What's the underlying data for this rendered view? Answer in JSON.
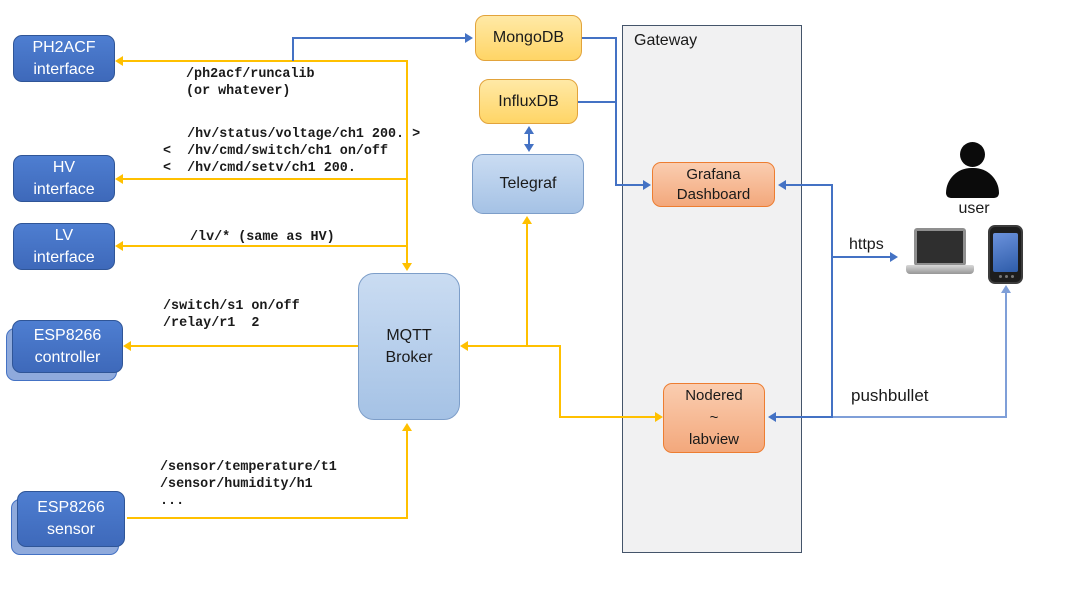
{
  "diagram": {
    "type": "architecture-diagram",
    "nodes": {
      "ph2acf": {
        "label": "PH2ACF\ninterface"
      },
      "hv": {
        "label": "HV\ninterface"
      },
      "lv": {
        "label": "LV\ninterface"
      },
      "esp_controller": {
        "label": "ESP8266\ncontroller"
      },
      "esp_sensor": {
        "label": "ESP8266\nsensor"
      },
      "mqtt_broker": {
        "label": "MQTT\nBroker"
      },
      "mongodb": {
        "label": "MongoDB"
      },
      "influxdb": {
        "label": "InfluxDB"
      },
      "telegraf": {
        "label": "Telegraf"
      },
      "gateway": {
        "label": "Gateway"
      },
      "grafana": {
        "label": "Grafana\nDashboard"
      },
      "nodered": {
        "label": "Nodered\n~\nlabview"
      },
      "user": {
        "label": "user"
      }
    },
    "notes": {
      "ph2acf_topics": "/ph2acf/runcalib\n(or whatever)",
      "hv_topics": "   /hv/status/voltage/ch1 200. >\n<  /hv/cmd/switch/ch1 on/off\n<  /hv/cmd/setv/ch1 200.",
      "lv_topics": "/lv/* (same as HV)",
      "controller_topics": "/switch/s1 on/off\n/relay/r1  2",
      "sensor_topics": "/sensor/temperature/t1\n/sensor/humidity/h1\n...",
      "https_label": "https",
      "pushbullet_label": "pushbullet"
    },
    "icons": {
      "user": "user-icon",
      "laptop": "laptop-icon",
      "phone": "smartphone-icon"
    },
    "colors": {
      "node_blue": "#4472C4",
      "node_blue_border": "#2F5597",
      "node_blue_back": "#8FAADC",
      "node_lightblue": "#B4CCEA",
      "node_lightblue_border": "#7D9EC9",
      "node_yellow": "#FFDE7F",
      "node_yellow_border": "#E2A33B",
      "node_orange": "#F5B183",
      "node_orange_border": "#ED7D31",
      "connector_yellow": "#FFC000",
      "connector_blue": "#4472C4",
      "connector_lightblue": "#7F9FD8",
      "gateway_fill": "#F1F1F2",
      "gateway_border": "#44546A"
    }
  }
}
